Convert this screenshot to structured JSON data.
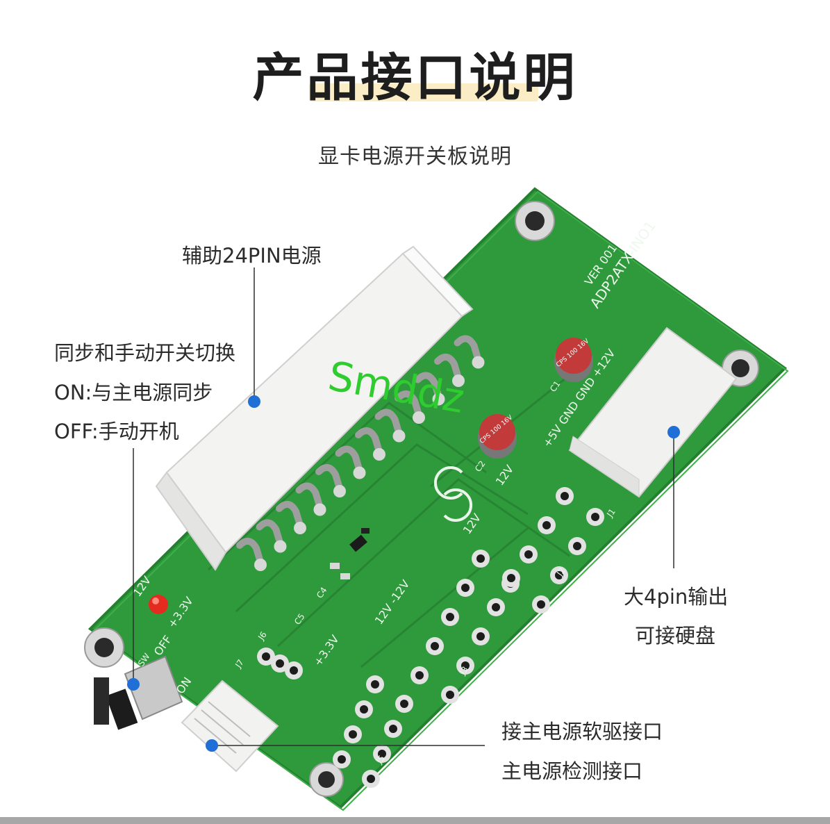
{
  "title": "产品接口说明",
  "subtitle": "显卡电源开关板说明",
  "watermark": "Smddz",
  "colors": {
    "pcb": "#2f9a3c",
    "pcb_dark": "#1f7a2c",
    "connector": "#f1f1ef",
    "marker": "#1f6fd6",
    "watermark": "#2ecc2e",
    "highlight": "#fbeec7"
  },
  "labels": {
    "aux24": "辅助24PIN电源",
    "switch_line1": "同步和手动开关切换",
    "switch_line2": "ON:与主电源同步",
    "switch_line3": "OFF:手动开机",
    "out4pin_line1": "大4pin输出",
    "out4pin_line2": "可接硬盘",
    "floppy_line1": "接主电源软驱接口",
    "floppy_line2": "主电源检测接口"
  },
  "silkscreen": {
    "model": "ADP2ATX-INO1",
    "ver": "VER 001",
    "pins": "+5V GND GND +12V",
    "cap": "CPS 100 16V",
    "v12": "12V",
    "v33": "+3.3V",
    "v12n": "12V -12V",
    "on": "ON",
    "off": "OFF",
    "c1": "C1",
    "c2": "C2",
    "c4": "C4",
    "c5": "C5",
    "j1": "J1",
    "j2": "J2",
    "j3": "J3",
    "j5": "J5",
    "j6": "J6",
    "j7": "J7",
    "sw": "SW"
  }
}
